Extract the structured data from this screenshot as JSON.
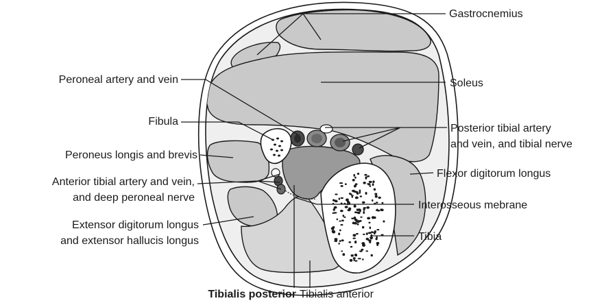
{
  "labels": {
    "gastrocnemius": "Gastrocnemius",
    "soleus": "Soleus",
    "peroneal_artery_vein": "Peroneal artery and vein",
    "fibula": "Fibula",
    "posterior_tibial_line1": "Posterior tibial artery",
    "posterior_tibial_line2": "and vein, and tibial nerve",
    "peroneus": "Peroneus longis and brevis",
    "flexor_digitorum": "Flexor digitorum longus",
    "anterior_tibial_line1": "Anterior tibial artery and vein,",
    "anterior_tibial_line2": "and deep peroneal nerve",
    "interosseous": "Interosseous mebrane",
    "extensor_line1": "Extensor digitorum longus",
    "extensor_line2": "and extensor hallucis longus",
    "tibia": "Tibia",
    "tibialis_posterior": "Tibialis posterior",
    "tibialis_anterior": "Tibialis anterior"
  },
  "colors": {
    "muscle": "#c9c9c9",
    "outline": "#1a1a1a",
    "bone": "#ffffff"
  }
}
